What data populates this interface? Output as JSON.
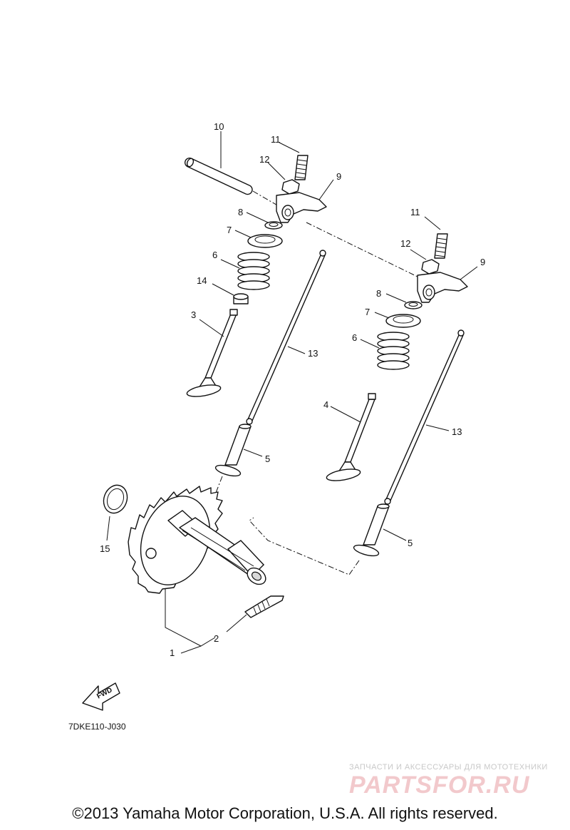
{
  "callouts": {
    "c10": "10",
    "c11a": "11",
    "c12a": "12",
    "c9a": "9",
    "c8a": "8",
    "c7a": "7",
    "c6a": "6",
    "c14": "14",
    "c3": "3",
    "c13a": "13",
    "c5a": "5",
    "c11b": "11",
    "c12b": "12",
    "c9b": "9",
    "c8b": "8",
    "c7b": "7",
    "c6b": "6",
    "c4": "4",
    "c13b": "13",
    "c5b": "5",
    "c15": "15",
    "c2": "2",
    "c1": "1"
  },
  "fwd_label": "FWD",
  "diagram_code": "7DKE110-J030",
  "watermark": {
    "tagline": "ЗАПЧАСТИ И АКСЕССУАРЫ ДЛЯ МОТОТЕХНИКИ",
    "logo": "PARTSFOR.RU"
  },
  "copyright": "©2013 Yamaha Motor Corporation, U.S.A. All rights reserved."
}
